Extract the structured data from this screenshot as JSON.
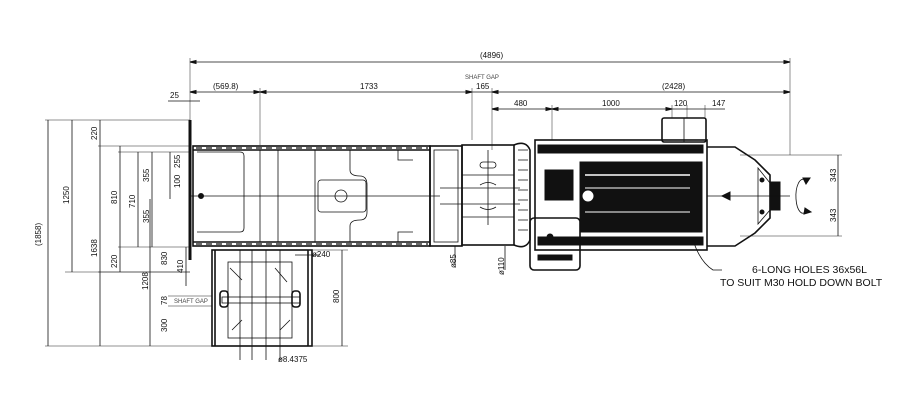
{
  "drawing": {
    "type": "plan view - conveyor drive / gearbox / motor arrangement",
    "horizontal_dimensions": {
      "overall": "(4896)",
      "offset_left": "25",
      "coupling_section": "(569.8)",
      "gearbox_length": "1733",
      "shaft_gap_label": "SHAFT GAP",
      "shaft_gap": "165",
      "motor_section": "(2428)",
      "motor_foot_offset": "480",
      "motor_foot_spacing": "1000",
      "terminal_box_width": "120",
      "terminal_box_offset": "147"
    },
    "vertical_dimensions": {
      "overall": "(1858)",
      "upper_gap": "220",
      "base_width": "1250",
      "gearbox_width": "810",
      "inner_width": "710",
      "half_upper": "355",
      "half_lower": "355",
      "shaft_offset_upper": "255",
      "shaft_offset_small": "100",
      "lower_gap": "220",
      "base_total": "1638",
      "to_shaft": "830",
      "shaft_drop": "410",
      "brake_section": "1208",
      "shaft_gap_label": "SHAFT GAP",
      "shaft_gap": "78",
      "lower_section": "300",
      "brake_height": "800",
      "motor_half_upper": "343",
      "motor_half_lower": "343"
    },
    "diameters": {
      "output_shaft": "ø240",
      "coupling_shaft_small": "ø85",
      "coupling_shaft_large": "ø110",
      "brake_shaft": "ø8.4375"
    },
    "notes": {
      "line1": "6-LONG HOLES 36x56L",
      "line2": "TO SUIT M30 HOLD DOWN BOLT"
    },
    "rotation_indicator": "rotation-arrow"
  }
}
